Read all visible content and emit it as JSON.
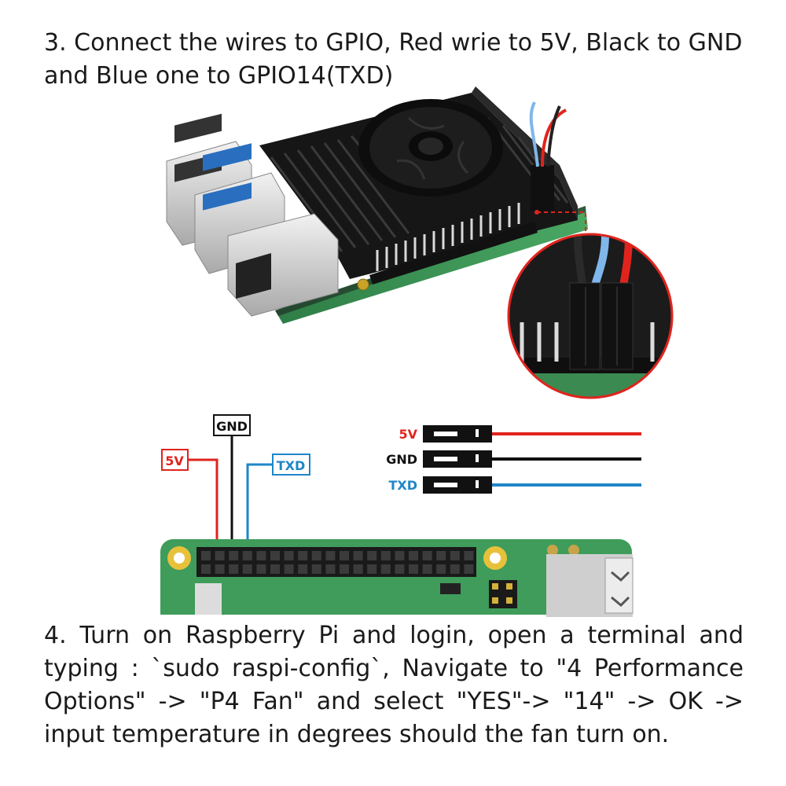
{
  "steps": {
    "step3": "3. Connect the wires to GPIO, Red wrie to 5V, Black to GND and Blue one to GPIO14(TXD)",
    "step4": "4. Turn on Raspberry Pi and login, open a terminal and typing : `sudo raspi-config`, Navigate to \"4 Performance Options\" -> \"P4 Fan\" and select \"YES\"-> \"14\" -> OK -> input temperature in degrees should the fan turn on."
  },
  "board_labels": {
    "gnd": "GND",
    "v5": "5V",
    "txd": "TXD"
  },
  "connector_labels": {
    "v5": "5V",
    "gnd": "GND",
    "txd": "TXD"
  },
  "colors": {
    "red_wire": "#e0241d",
    "black_wire": "#111111",
    "blue_wire": "#1f86c8",
    "pcb_green": "#3f9c5a",
    "heatsink": "#141414"
  }
}
